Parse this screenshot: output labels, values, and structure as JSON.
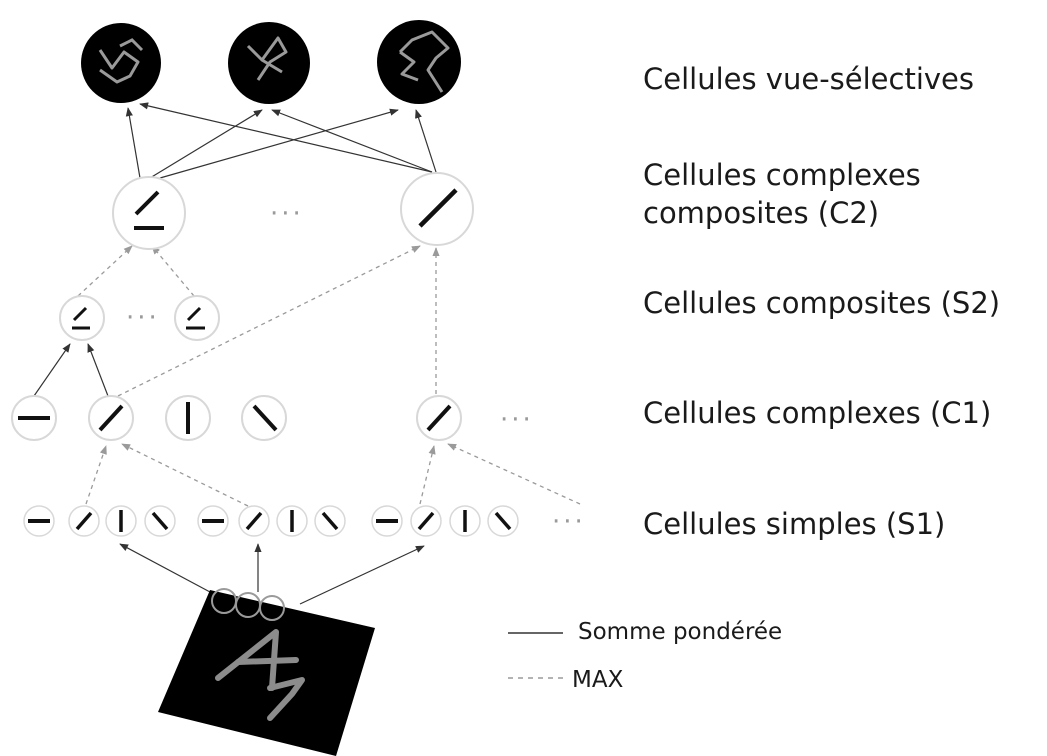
{
  "layers": {
    "view_tuned": "Cellules vue-sélectives",
    "c2_line1": "Cellules complexes",
    "c2_line2": "composites (C2)",
    "s2": "Cellules composites (S2)",
    "c1": "Cellules complexes (C1)",
    "s1": "Cellules simples (S1)"
  },
  "legend": {
    "weighted_sum": "Somme pondérée",
    "max": "MAX"
  },
  "ellipsis": "···",
  "colors": {
    "arrow": "#333333",
    "max_dash": "#9a9a9a",
    "cell_border": "#d8d8d8",
    "bar": "#111111",
    "view_cell_fill": "#000000",
    "stimulus_fill": "#000000",
    "stimulus_shape": "#8c8c8c"
  }
}
